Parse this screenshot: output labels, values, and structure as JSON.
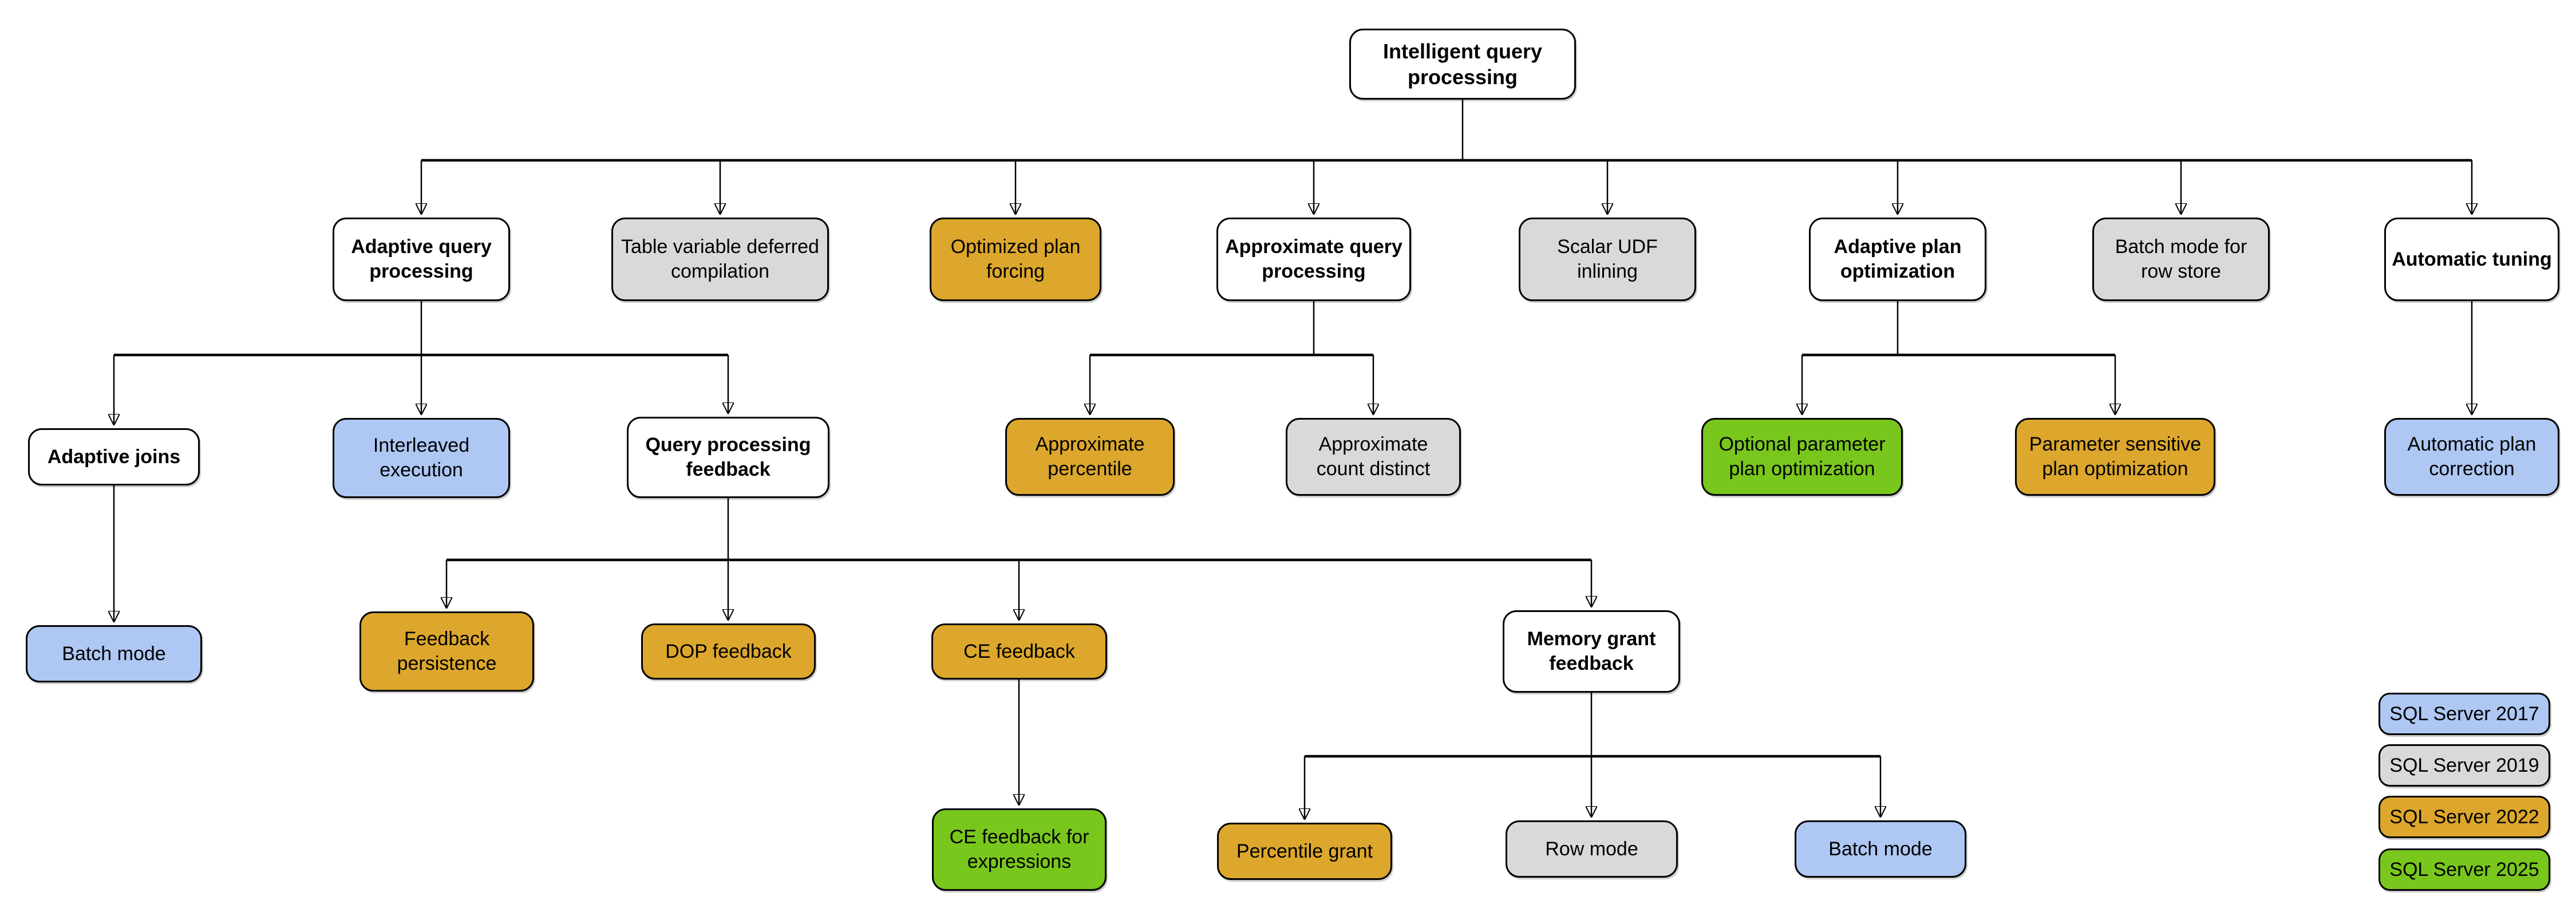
{
  "diagram": {
    "colors": {
      "base": "#ffffff",
      "sql2017": "#aec7f3",
      "sql2019": "#d9d9d9",
      "sql2022": "#dca72c",
      "sql2025": "#79c61d",
      "line": "#000000"
    },
    "nodes": [
      {
        "id": "intelligent-query-processing",
        "label": "Intelligent query processing",
        "version": "base"
      },
      {
        "id": "adaptive-query-processing",
        "label": "Adaptive query processing",
        "version": "base"
      },
      {
        "id": "table-variable-deferred-compilation",
        "label": "Table variable deferred compilation",
        "version": "sql2019"
      },
      {
        "id": "optimized-plan-forcing",
        "label": "Optimized plan forcing",
        "version": "sql2022"
      },
      {
        "id": "approximate-query-processing",
        "label": "Approximate query processing",
        "version": "base"
      },
      {
        "id": "scalar-udf-inlining",
        "label": "Scalar UDF inlining",
        "version": "sql2019"
      },
      {
        "id": "adaptive-plan-optimization",
        "label": "Adaptive plan optimization",
        "version": "base"
      },
      {
        "id": "batch-mode-for-row-store",
        "label": "Batch mode for row store",
        "version": "sql2019"
      },
      {
        "id": "automatic-tuning",
        "label": "Automatic tuning",
        "version": "base"
      },
      {
        "id": "adaptive-joins",
        "label": "Adaptive joins",
        "version": "base"
      },
      {
        "id": "interleaved-execution",
        "label": "Interleaved execution",
        "version": "sql2017"
      },
      {
        "id": "query-processing-feedback",
        "label": "Query processing feedback",
        "version": "base"
      },
      {
        "id": "approximate-percentile",
        "label": "Approximate percentile",
        "version": "sql2022"
      },
      {
        "id": "approximate-count-distinct",
        "label": "Approximate count distinct",
        "version": "sql2019"
      },
      {
        "id": "optional-parameter-plan-optimization",
        "label": "Optional parameter plan optimization",
        "version": "sql2025"
      },
      {
        "id": "parameter-sensitive-plan-optimization",
        "label": "Parameter sensitive plan optimization",
        "version": "sql2022"
      },
      {
        "id": "automatic-plan-correction",
        "label": "Automatic plan correction",
        "version": "sql2017"
      },
      {
        "id": "batch-mode-under-adaptive-joins",
        "label": "Batch mode",
        "version": "sql2017"
      },
      {
        "id": "feedback-persistence",
        "label": "Feedback persistence",
        "version": "sql2022"
      },
      {
        "id": "dop-feedback",
        "label": "DOP feedback",
        "version": "sql2022"
      },
      {
        "id": "ce-feedback",
        "label": "CE feedback",
        "version": "sql2022"
      },
      {
        "id": "memory-grant-feedback",
        "label": "Memory grant feedback",
        "version": "base"
      },
      {
        "id": "ce-feedback-for-expressions",
        "label": "CE feedback for expressions",
        "version": "sql2025"
      },
      {
        "id": "percentile-grant",
        "label": "Percentile grant",
        "version": "sql2022"
      },
      {
        "id": "row-mode",
        "label": "Row mode",
        "version": "sql2019"
      },
      {
        "id": "batch-mode-under-memory-grant",
        "label": "Batch mode",
        "version": "sql2017"
      }
    ],
    "legend": [
      {
        "label": "SQL Server 2017",
        "version": "sql2017",
        "color": "#aec7f3"
      },
      {
        "label": "SQL Server 2019",
        "version": "sql2019",
        "color": "#d9d9d9"
      },
      {
        "label": "SQL Server 2022",
        "version": "sql2022",
        "color": "#dca72c"
      },
      {
        "label": "SQL Server 2025",
        "version": "sql2025",
        "color": "#79c61d"
      }
    ]
  }
}
